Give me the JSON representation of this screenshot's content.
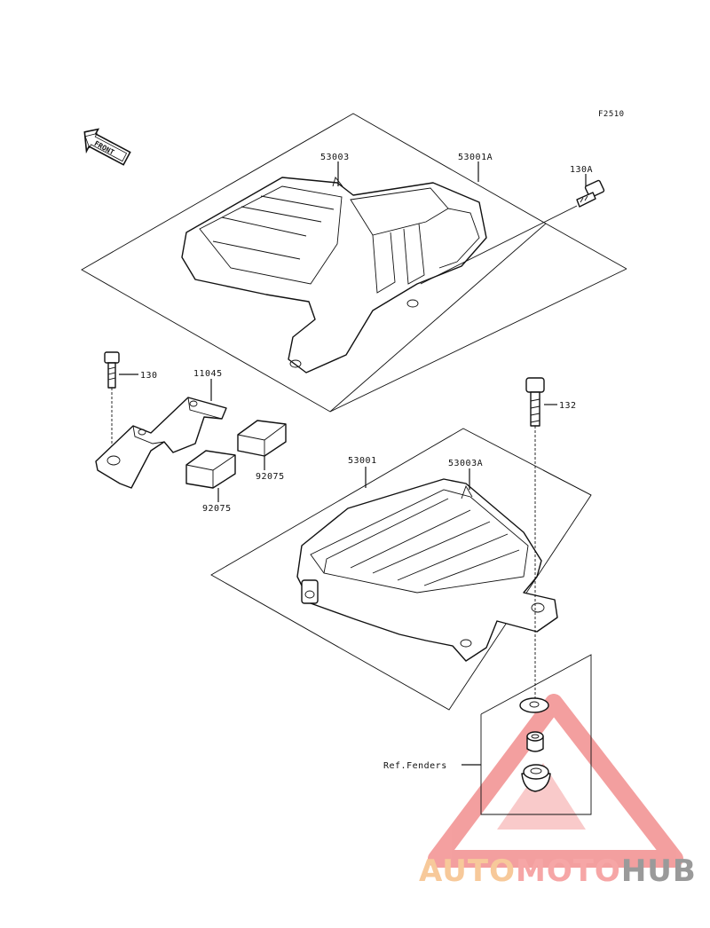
{
  "figure_code": "F2510",
  "front_label": "FRONT",
  "parts": {
    "p53003": "53003",
    "p53001A": "53001A",
    "p130A": "130A",
    "p130": "130",
    "p11045": "11045",
    "p132": "132",
    "p92075_a": "92075",
    "p92075_b": "92075",
    "p53001": "53001",
    "p53003A": "53003A",
    "ref_fenders": "Ref.Fenders"
  },
  "watermark": {
    "part1": "AUTO",
    "part2": "MOTO",
    "part3": "HUB",
    "color_auto": "#f7c99a",
    "color_moto": "#f6a6a6",
    "color_hub": "#9a9a9a",
    "logo_color": "#f08080"
  }
}
